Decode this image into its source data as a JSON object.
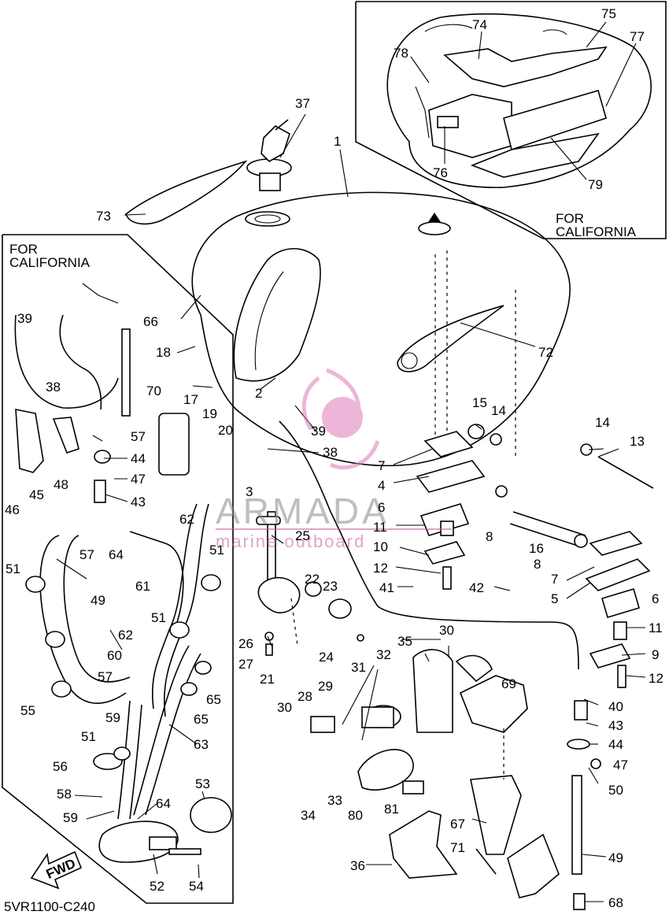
{
  "inset_top_label": "FOR\nCALIFORNIA",
  "inset_left_label": "FOR\nCALIFORNIA",
  "diagram_code": "5VR1100-C240",
  "fwd_label": "FWD",
  "watermark": {
    "brand": "ARMADA",
    "tagline": "marine outboard",
    "logo_color": "#e07ab8"
  },
  "callouts": [
    {
      "id": "c-37",
      "text": "37"
    },
    {
      "id": "c-1",
      "text": "1"
    },
    {
      "id": "c-73",
      "text": "73"
    },
    {
      "id": "c-74",
      "text": "74"
    },
    {
      "id": "c-75",
      "text": "75"
    },
    {
      "id": "c-77",
      "text": "77"
    },
    {
      "id": "c-78",
      "text": "78"
    },
    {
      "id": "c-76",
      "text": "76"
    },
    {
      "id": "c-79",
      "text": "79"
    },
    {
      "id": "c-39a",
      "text": "39"
    },
    {
      "id": "c-38a",
      "text": "38"
    },
    {
      "id": "c-70",
      "text": "70"
    },
    {
      "id": "c-66",
      "text": "66"
    },
    {
      "id": "c-18",
      "text": "18"
    },
    {
      "id": "c-17",
      "text": "17"
    },
    {
      "id": "c-19",
      "text": "19"
    },
    {
      "id": "c-20",
      "text": "20"
    },
    {
      "id": "c-2",
      "text": "2"
    },
    {
      "id": "c-72",
      "text": "72"
    },
    {
      "id": "c-39b",
      "text": "39"
    },
    {
      "id": "c-38b",
      "text": "38"
    },
    {
      "id": "c-15",
      "text": "15"
    },
    {
      "id": "c-14a",
      "text": "14"
    },
    {
      "id": "c-14b",
      "text": "14"
    },
    {
      "id": "c-13",
      "text": "13"
    },
    {
      "id": "c-7a",
      "text": "7"
    },
    {
      "id": "c-4",
      "text": "4"
    },
    {
      "id": "c-6a",
      "text": "6"
    },
    {
      "id": "c-11a",
      "text": "11"
    },
    {
      "id": "c-10",
      "text": "10"
    },
    {
      "id": "c-12a",
      "text": "12"
    },
    {
      "id": "c-8a",
      "text": "8"
    },
    {
      "id": "c-16",
      "text": "16"
    },
    {
      "id": "c-8b",
      "text": "8"
    },
    {
      "id": "c-7b",
      "text": "7"
    },
    {
      "id": "c-5",
      "text": "5"
    },
    {
      "id": "c-6b",
      "text": "6"
    },
    {
      "id": "c-11b",
      "text": "11"
    },
    {
      "id": "c-9",
      "text": "9"
    },
    {
      "id": "c-12b",
      "text": "12"
    },
    {
      "id": "c-3",
      "text": "3"
    },
    {
      "id": "c-25",
      "text": "25"
    },
    {
      "id": "c-41",
      "text": "41"
    },
    {
      "id": "c-42",
      "text": "42"
    },
    {
      "id": "c-22",
      "text": "22"
    },
    {
      "id": "c-23",
      "text": "23"
    },
    {
      "id": "c-26",
      "text": "26"
    },
    {
      "id": "c-27",
      "text": "27"
    },
    {
      "id": "c-21",
      "text": "21"
    },
    {
      "id": "c-24",
      "text": "24"
    },
    {
      "id": "c-35",
      "text": "35"
    },
    {
      "id": "c-30a",
      "text": "30"
    },
    {
      "id": "c-32",
      "text": "32"
    },
    {
      "id": "c-31",
      "text": "31"
    },
    {
      "id": "c-29",
      "text": "29"
    },
    {
      "id": "c-28",
      "text": "28"
    },
    {
      "id": "c-30b",
      "text": "30"
    },
    {
      "id": "c-69",
      "text": "69"
    },
    {
      "id": "c-40",
      "text": "40"
    },
    {
      "id": "c-43b",
      "text": "43"
    },
    {
      "id": "c-44b",
      "text": "44"
    },
    {
      "id": "c-47b",
      "text": "47"
    },
    {
      "id": "c-50",
      "text": "50"
    },
    {
      "id": "c-34",
      "text": "34"
    },
    {
      "id": "c-33",
      "text": "33"
    },
    {
      "id": "c-80",
      "text": "80"
    },
    {
      "id": "c-81",
      "text": "81"
    },
    {
      "id": "c-67",
      "text": "67"
    },
    {
      "id": "c-36",
      "text": "36"
    },
    {
      "id": "c-71",
      "text": "71"
    },
    {
      "id": "c-49b",
      "text": "49"
    },
    {
      "id": "c-68",
      "text": "68"
    },
    {
      "id": "c-57a",
      "text": "57"
    },
    {
      "id": "c-44a",
      "text": "44"
    },
    {
      "id": "c-47a",
      "text": "47"
    },
    {
      "id": "c-43a",
      "text": "43"
    },
    {
      "id": "c-48",
      "text": "48"
    },
    {
      "id": "c-45",
      "text": "45"
    },
    {
      "id": "c-46",
      "text": "46"
    },
    {
      "id": "c-62a",
      "text": "62"
    },
    {
      "id": "c-57b",
      "text": "57"
    },
    {
      "id": "c-64a",
      "text": "64"
    },
    {
      "id": "c-51a",
      "text": "51"
    },
    {
      "id": "c-49a",
      "text": "49"
    },
    {
      "id": "c-61",
      "text": "61"
    },
    {
      "id": "c-51b",
      "text": "51"
    },
    {
      "id": "c-51c",
      "text": "51"
    },
    {
      "id": "c-62b",
      "text": "62"
    },
    {
      "id": "c-60",
      "text": "60"
    },
    {
      "id": "c-57c",
      "text": "57"
    },
    {
      "id": "c-65a",
      "text": "65"
    },
    {
      "id": "c-65b",
      "text": "65"
    },
    {
      "id": "c-55",
      "text": "55"
    },
    {
      "id": "c-59a",
      "text": "59"
    },
    {
      "id": "c-51d",
      "text": "51"
    },
    {
      "id": "c-63",
      "text": "63"
    },
    {
      "id": "c-56",
      "text": "56"
    },
    {
      "id": "c-58",
      "text": "58"
    },
    {
      "id": "c-53",
      "text": "53"
    },
    {
      "id": "c-59b",
      "text": "59"
    },
    {
      "id": "c-64b",
      "text": "64"
    },
    {
      "id": "c-52",
      "text": "52"
    },
    {
      "id": "c-54",
      "text": "54"
    }
  ]
}
